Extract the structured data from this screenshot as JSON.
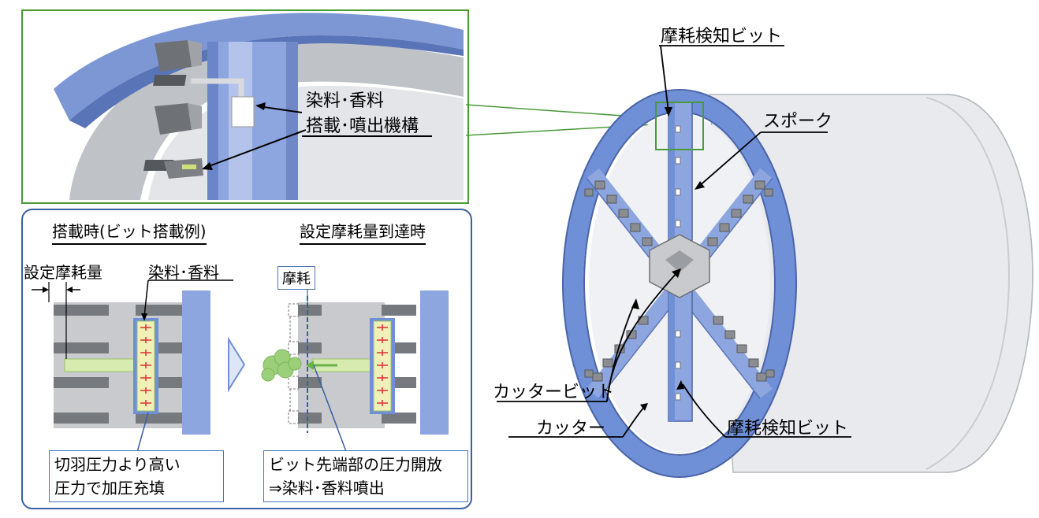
{
  "top_inset": {
    "label_line1": "染料･香料",
    "label_line2": "搭載･噴出機構"
  },
  "bottom_inset": {
    "left_title": "搭載時(ビット搭載例)",
    "right_title": "設定摩耗量到達時",
    "setting_wear_label": "設定摩耗量",
    "dye_label": "染料･香料",
    "wear_label": "摩耗",
    "left_note_line1": "切羽圧力より高い",
    "left_note_line2": "圧力で加圧充填",
    "right_note_line1": "ビット先端部の圧力開放",
    "right_note_line2": "⇒染料･香料噴出"
  },
  "machine": {
    "wear_bit_top": "摩耗検知ビット",
    "spoke": "スポーク",
    "cutter_bit": "カッタービット",
    "cutter": "カッター",
    "wear_bit_bottom": "摩耗検知ビット"
  },
  "colors": {
    "inset_green": "#4a9a3a",
    "inset_blue": "#3b5fa0",
    "machine_blue": "#6f8fd6",
    "shell_grey": "#e8eaee"
  }
}
